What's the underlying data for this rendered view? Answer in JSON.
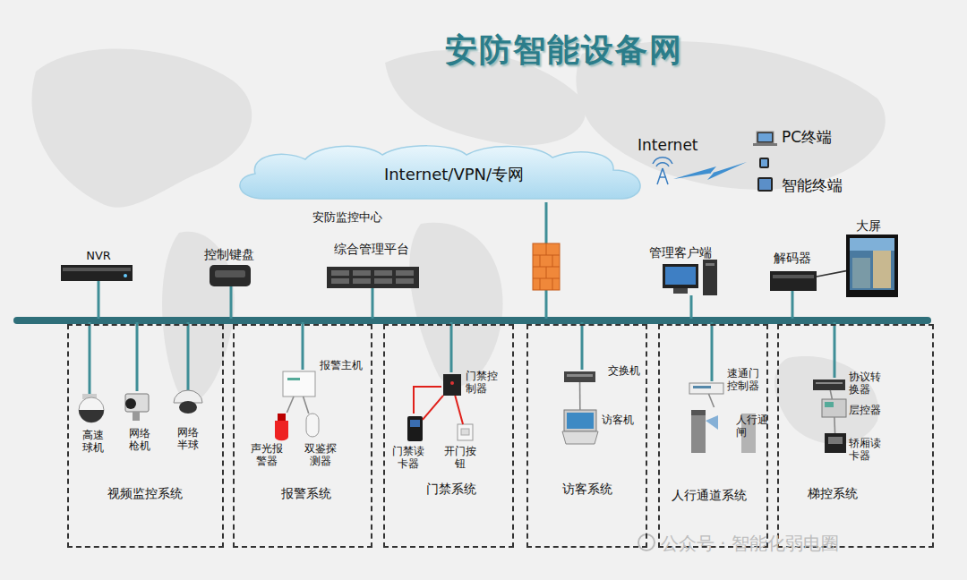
{
  "diagram": {
    "title": "安防智能设备网",
    "nodes": [
      {
        "text": [
          "Internet/VPN/专网"
        ]
      },
      {
        "text": [
          "PC终端"
        ]
      },
      {
        "text": [
          "智能终端"
        ]
      },
      {
        "text": [
          "NVR"
        ]
      },
      {
        "text": [
          "控制键盘"
        ]
      },
      {
        "text": [
          "综合管理平台"
        ]
      },
      {
        "text": [
          "管理客户端"
        ]
      },
      {
        "text": [
          "解码器"
        ]
      },
      {
        "text": [
          "大屏"
        ]
      },
      {
        "text": [
          "视频监控系统"
        ]
      },
      {
        "text": [
          "高速 球机"
        ],
        "in": 9
      },
      {
        "text": [
          "网络 枪机"
        ],
        "in": 9
      },
      {
        "text": [
          "网络 半球"
        ],
        "in": 9
      },
      {
        "text": [
          "报警系统"
        ]
      },
      {
        "text": [
          "报警主机"
        ],
        "in": 13
      },
      {
        "text": [
          "声光报 警器"
        ],
        "in": 13
      },
      {
        "text": [
          "双鉴探 测器"
        ],
        "in": 13
      },
      {
        "text": [
          "门禁系统"
        ]
      },
      {
        "text": [
          "门禁控 制器"
        ],
        "in": 17
      },
      {
        "text": [
          "门禁读 卡器"
        ],
        "in": 17
      },
      {
        "text": [
          "开门按 钮"
        ],
        "in": 17
      },
      {
        "text": [
          "访客系统"
        ]
      },
      {
        "text": [
          "交换机"
        ],
        "in": 21
      },
      {
        "text": [
          "访客机"
        ],
        "in": 21
      },
      {
        "text": [
          "人行通道系统"
        ]
      },
      {
        "text": [
          "速通门 控制器"
        ],
        "in": 24
      },
      {
        "text": [
          "人行通 闸"
        ],
        "in": 24
      },
      {
        "text": [
          "梯控系统"
        ]
      },
      {
        "text": [
          "协议转 换器"
        ],
        "in": 27
      },
      {
        "text": [
          "层控器"
        ],
        "in": 27
      },
      {
        "text": [
          "轿厢读 卡器"
        ],
        "in": 27
      }
    ],
    "edges": [
      {
        "from": 7,
        "to": 8,
        "arrow": "none"
      },
      {
        "from": 14,
        "to": 15,
        "arrow": "none"
      },
      {
        "from": 14,
        "to": 16,
        "arrow": "none"
      },
      {
        "from": 18,
        "to": 19,
        "arrow": "none"
      },
      {
        "from": 18,
        "to": 20,
        "arrow": "none"
      },
      {
        "from": 22,
        "to": 23,
        "arrow": "none"
      },
      {
        "from": 25,
        "to": 26,
        "arrow": "none"
      },
      {
        "from": 28,
        "to": 29,
        "arrow": "none"
      },
      {
        "from": 29,
        "to": 30,
        "arrow": "none"
      }
    ],
    "labels": [
      "Internet",
      "安防监控中心",
      "公众号 · 智能化弱电圈"
    ]
  }
}
